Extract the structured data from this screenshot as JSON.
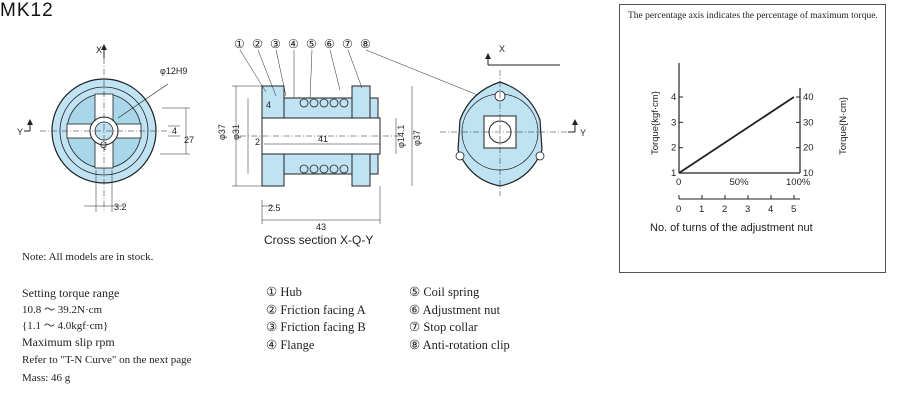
{
  "model": "MK12",
  "drawing": {
    "parts_numbers": [
      "①",
      "②",
      "③",
      "④",
      "⑤",
      "⑥",
      "⑦",
      "⑧"
    ],
    "front_view": {
      "x_axis": "X",
      "y_axis": "Y",
      "center": "Q",
      "bore": "φ12H9",
      "dim_key_width": "4",
      "dim_height": "27",
      "dim_width": "3.2"
    },
    "cross_section": {
      "dia_outer": "φ37",
      "dia_inner": "φ31",
      "dia_hub": "φ14.1",
      "dia_right": "φ37",
      "dim_2": "2",
      "dim_4_top": "4",
      "dim_41": "41",
      "dim_25": "2.5",
      "dim_43": "43",
      "caption": "Cross section X-Q-Y"
    },
    "side_view": {
      "x_axis": "X",
      "y_axis": "Y"
    }
  },
  "note": "Note: All models are in stock.",
  "specs": {
    "torque_range_label": "Setting torque range",
    "torque_nm": "10.8 ～ 39.2N·cm",
    "torque_kgf": "{1.1 ～ 4.0kgf·cm}",
    "max_slip_label": "Maximum slip rpm",
    "refer": "Refer to \"T-N Curve\" on the next page",
    "mass": "Mass: 46 g"
  },
  "parts": [
    {
      "num": "①",
      "name": "Hub"
    },
    {
      "num": "②",
      "name": "Friction facing A"
    },
    {
      "num": "③",
      "name": "Friction facing B"
    },
    {
      "num": "④",
      "name": "Flange"
    },
    {
      "num": "⑤",
      "name": "Coil spring"
    },
    {
      "num": "⑥",
      "name": "Adjustment nut"
    },
    {
      "num": "⑦",
      "name": "Stop collar"
    },
    {
      "num": "⑧",
      "name": "Anti-rotation clip"
    }
  ],
  "torque_chart": {
    "note": "The percentage axis indicates the percentage of maximum torque.",
    "chart_data": {
      "type": "line",
      "series": [
        {
          "x_percent": [
            0,
            95
          ],
          "y_kgf_cm": [
            1,
            4
          ]
        }
      ],
      "ylabel_left": "Torque{kgf·cm}",
      "ylabel_right": "Torque{N·cm}",
      "left_ticks": [
        "1",
        "2",
        "3",
        "4"
      ],
      "right_ticks": [
        "10",
        "20",
        "30",
        "40"
      ],
      "percent_ticks": [
        "0",
        "50%",
        "100%"
      ],
      "turns_ticks": [
        "0",
        "1",
        "2",
        "3",
        "4",
        "5"
      ],
      "xlabel": "No. of turns of the adjustment nut",
      "ylim_kgf": [
        1,
        4
      ],
      "ylim_ncm": [
        10,
        40
      ]
    }
  },
  "colors": {
    "part_fill": "#bfe3f3",
    "line": "#222222",
    "chart_line": "#222222"
  }
}
